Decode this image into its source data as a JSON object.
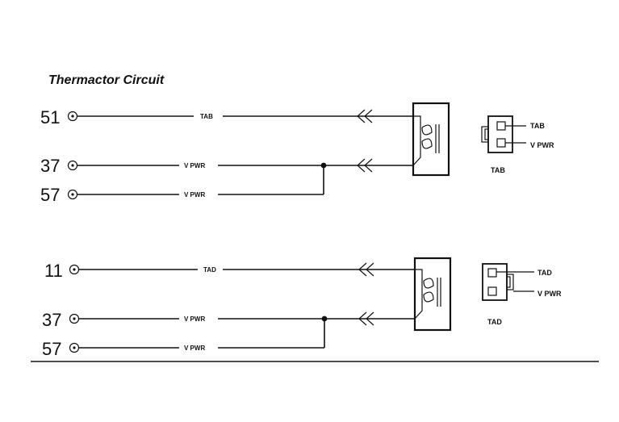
{
  "title": "Thermactor Circuit",
  "circuits": [
    {
      "pins": [
        "51",
        "37",
        "57"
      ],
      "wires": [
        "TAB",
        "V PWR",
        "V PWR"
      ],
      "connector": {
        "name": "TAB",
        "terminals": [
          "TAB",
          "V PWR"
        ]
      }
    },
    {
      "pins": [
        "11",
        "37",
        "57"
      ],
      "wires": [
        "TAD",
        "V PWR",
        "V PWR"
      ],
      "connector": {
        "name": "TAD",
        "terminals": [
          "TAD",
          "V PWR"
        ]
      }
    }
  ]
}
